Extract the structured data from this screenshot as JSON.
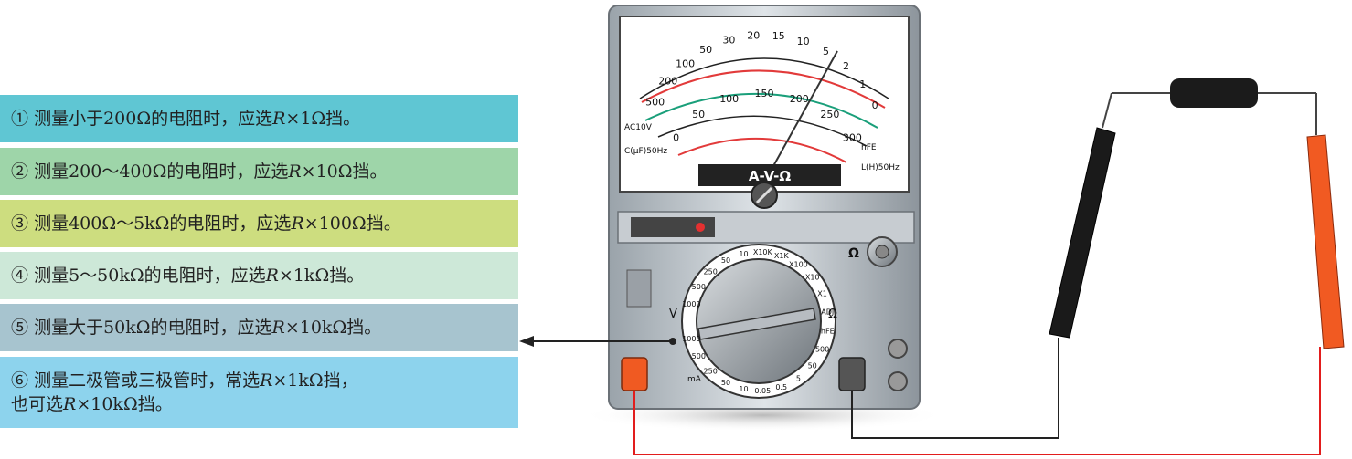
{
  "rules": [
    {
      "num": "①",
      "text": "测量小于200Ω的电阻时，应选",
      "range": "R",
      "unit": "×1Ω挡。",
      "color": "#5fc6d3"
    },
    {
      "num": "②",
      "text": "测量200～400Ω的电阻时，应选",
      "range": "R",
      "unit": "×10Ω挡。",
      "color": "#9ed5a9"
    },
    {
      "num": "③",
      "text": "测量400Ω～5kΩ的电阻时，应选",
      "range": "R",
      "unit": "×100Ω挡。",
      "color": "#cddd7f"
    },
    {
      "num": "④",
      "text": "测量5～50kΩ的电阻时，应选",
      "range": "R",
      "unit": "×1kΩ挡。",
      "color": "#cde8d8"
    },
    {
      "num": "⑤",
      "text": "测量大于50kΩ的电阻时，应选",
      "range": "R",
      "unit": "×10kΩ挡。",
      "color": "#a7c4cf"
    },
    {
      "num": "⑥",
      "text": "测量二极管或三极管时，常选",
      "range": "R",
      "unit": "×1kΩ挡，",
      "line2_pre": "也可选",
      "line2_range": "R",
      "line2_unit": "×10kΩ挡。",
      "color": "#8dd3ed"
    }
  ],
  "meter": {
    "scale_top": [
      "500",
      "200",
      "100",
      "50",
      "30",
      "20",
      "15",
      "10",
      "5",
      "2",
      "1",
      "0"
    ],
    "scale_mid": [
      "0",
      "50",
      "100",
      "150",
      "200",
      "250",
      "300"
    ],
    "labels": {
      "ac": "AC10V",
      "cap": "C(μF)50Hz",
      "ind": "L(H)50Hz",
      "hfe": "hFE",
      "avo": "A-V-Ω",
      "omega": "Ω",
      "v": "V",
      "ma": "mA"
    },
    "dial_ranges": [
      "1000",
      "500",
      "250",
      "50",
      "10",
      "X10K",
      "X1K",
      "X100",
      "X10",
      "X1",
      "ADJ",
      "hFE",
      "500",
      "50",
      "5",
      "0.5",
      "0.05",
      "10",
      "50",
      "250",
      "500",
      "1000"
    ]
  }
}
